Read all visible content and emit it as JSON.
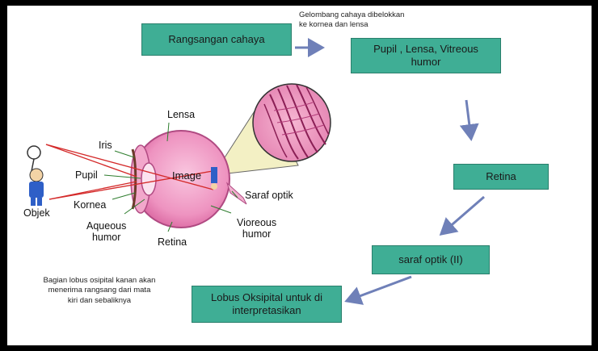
{
  "flow": {
    "rangsangan": "Rangsangan cahaya",
    "note_top_1": "Gelombang cahaya dibelokkan",
    "note_top_2": "ke kornea dan lensa",
    "pupil_1": "Pupil , Lensa, Vitreous",
    "pupil_2": "humor",
    "retina": "Retina",
    "saraf": "saraf optik (II)",
    "lobus_1": "Lobus Oksipital untuk di",
    "lobus_2": "interpretasikan",
    "note_bottom_1": "Bagian lobus osipital kanan akan",
    "note_bottom_2": "menerima  rangsang dari mata",
    "note_bottom_3": "kiri dan sebaliknya"
  },
  "eye_labels": {
    "lensa": "Lensa",
    "iris": "Iris",
    "pupil": "Pupil",
    "kornea": "Kornea",
    "aqueous_1": "Aqueous",
    "aqueous_2": "humor",
    "retina": "Retina",
    "image": "Image",
    "saraf_optik": "Saraf optik",
    "vioreous_1": "Vioreous",
    "vioreous_2": "humor",
    "objek": "Objek"
  },
  "colors": {
    "box_fill": "#3fae95",
    "arrow": "#6f80b8",
    "eye": "#e98ab9",
    "ray": "#d42a2a"
  }
}
